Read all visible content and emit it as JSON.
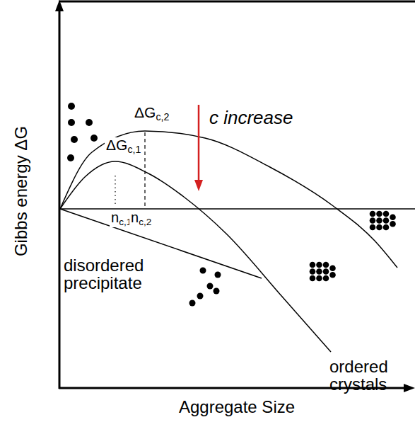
{
  "diagram": {
    "labels": [
      "Gibbs energy ΔG",
      "Aggregate Size",
      "ΔGc,2",
      "ΔGc,1",
      "c increase",
      "nc,1",
      "nc,2",
      "disordered precipitate",
      "ordered crystals"
    ]
  }
}
